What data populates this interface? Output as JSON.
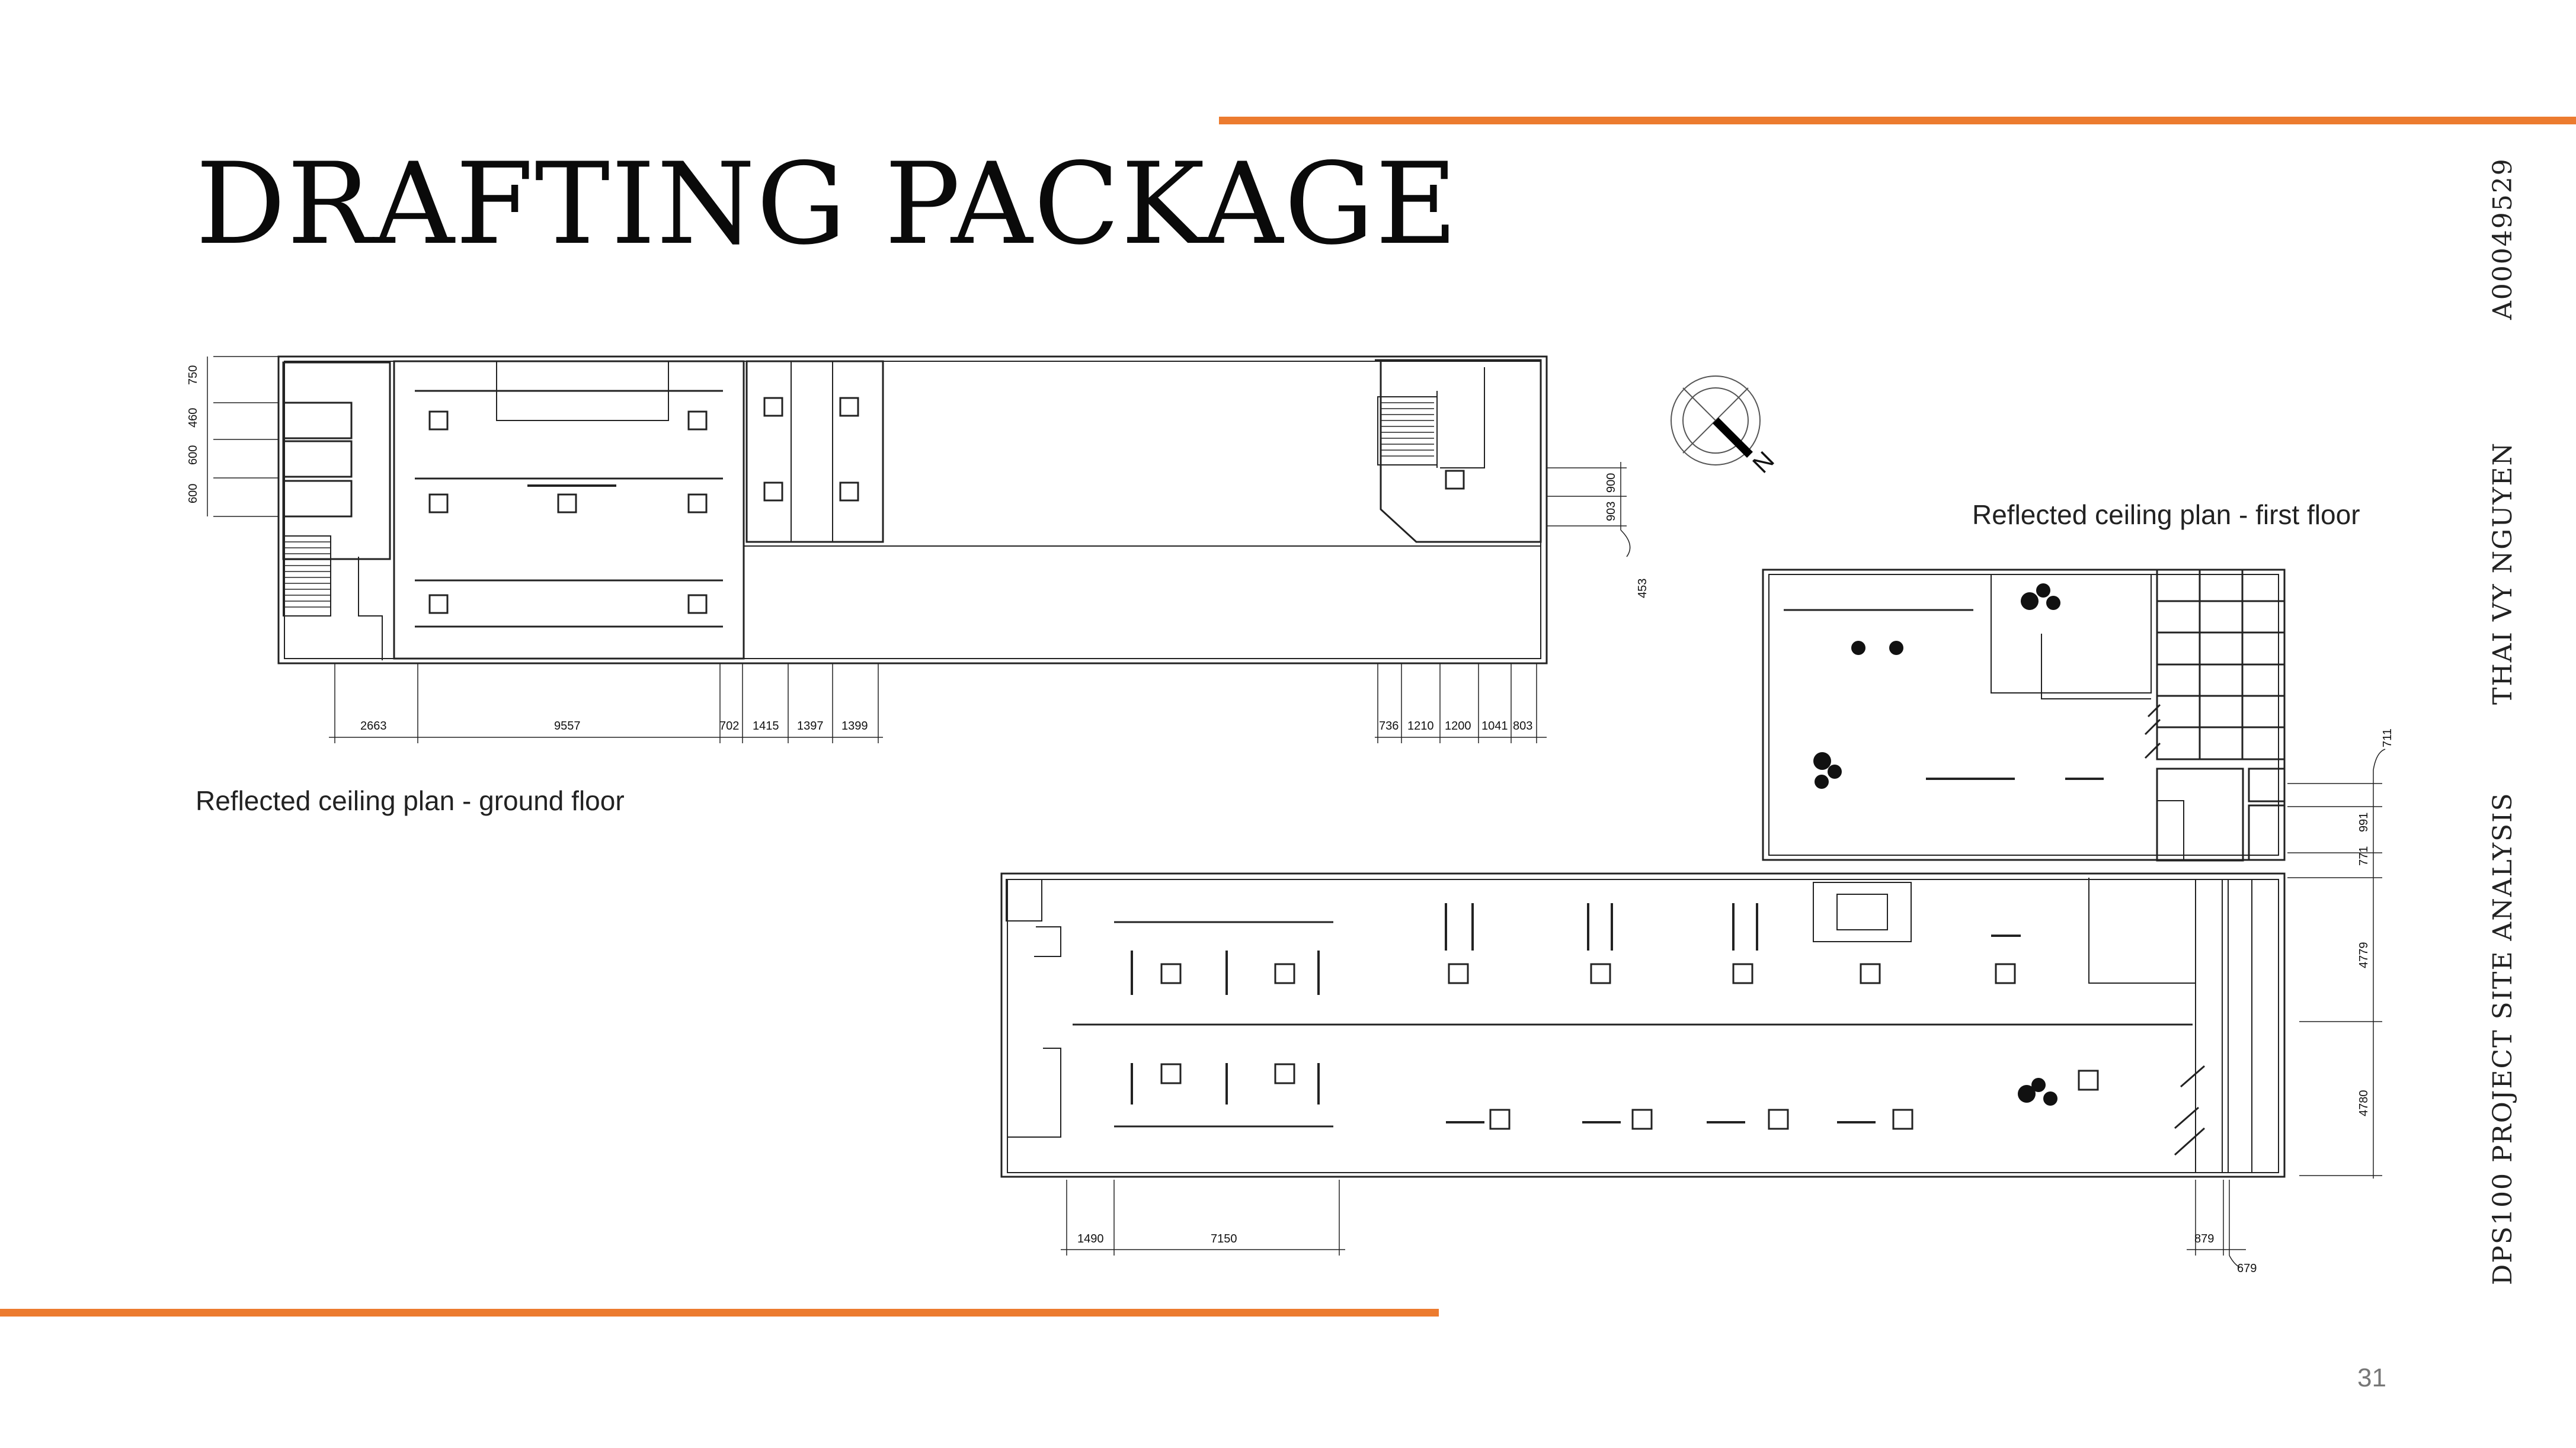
{
  "page": {
    "title": "DRAFTING PACKAGE",
    "page_number": "31",
    "accent_color": "#ec7b2f"
  },
  "side_labels": {
    "student_id": "A00049529",
    "author": "THAI VY NGUYEN",
    "course": "DPS100 PROJECT SITE ANALYSIS"
  },
  "plans": {
    "ground_floor": {
      "caption": "Reflected ceiling plan - ground floor",
      "left_dims": [
        "750",
        "460",
        "600",
        "600"
      ],
      "bottom_dims_left": [
        "2663",
        "9557",
        "702",
        "1415",
        "1397",
        "1399"
      ],
      "bottom_dims_right": [
        "736",
        "1210",
        "1200",
        "1041",
        "803"
      ],
      "right_dims": [
        "900",
        "903",
        "453"
      ]
    },
    "first_floor": {
      "caption": "Reflected ceiling plan - first floor",
      "right_dims": [
        "711",
        "991",
        "771",
        "4779",
        "4780"
      ],
      "bottom_dims": [
        "1490",
        "7150",
        "879",
        "679"
      ]
    }
  },
  "compass": {
    "label": "N"
  }
}
